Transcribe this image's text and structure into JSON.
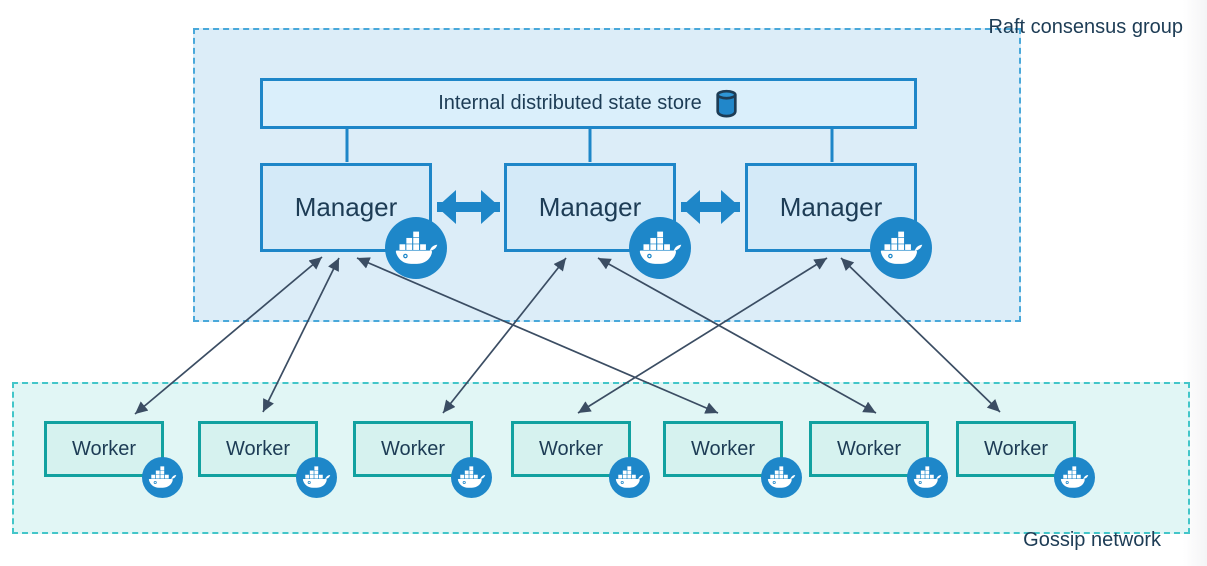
{
  "raft": {
    "label": "Raft consensus group",
    "state_store": {
      "label": "Internal distributed state store",
      "icon": "database-cylinder-icon"
    },
    "managers": [
      {
        "id": "manager-1",
        "label": "Manager",
        "badge_icon": "docker-whale-icon"
      },
      {
        "id": "manager-2",
        "label": "Manager",
        "badge_icon": "docker-whale-icon"
      },
      {
        "id": "manager-3",
        "label": "Manager",
        "badge_icon": "docker-whale-icon"
      }
    ]
  },
  "gossip": {
    "label": "Gossip network",
    "workers": [
      {
        "id": "worker-1",
        "label": "Worker",
        "badge_icon": "docker-whale-icon"
      },
      {
        "id": "worker-2",
        "label": "Worker",
        "badge_icon": "docker-whale-icon"
      },
      {
        "id": "worker-3",
        "label": "Worker",
        "badge_icon": "docker-whale-icon"
      },
      {
        "id": "worker-4",
        "label": "Worker",
        "badge_icon": "docker-whale-icon"
      },
      {
        "id": "worker-5",
        "label": "Worker",
        "badge_icon": "docker-whale-icon"
      },
      {
        "id": "worker-6",
        "label": "Worker",
        "badge_icon": "docker-whale-icon"
      },
      {
        "id": "worker-7",
        "label": "Worker",
        "badge_icon": "docker-whale-icon"
      }
    ]
  },
  "connections": {
    "state_store_links": [
      "manager-1",
      "manager-2",
      "manager-3"
    ],
    "manager_peer_links": [
      {
        "from": "manager-1",
        "to": "manager-2",
        "style": "thick-double-arrow"
      },
      {
        "from": "manager-2",
        "to": "manager-3",
        "style": "thick-double-arrow"
      }
    ],
    "worker_manager_links": [
      {
        "from": "worker-1",
        "to": "manager-1",
        "style": "thin-double-arrow"
      },
      {
        "from": "worker-2",
        "to": "manager-1",
        "style": "thin-double-arrow"
      },
      {
        "from": "worker-3",
        "to": "manager-2",
        "style": "thin-double-arrow"
      },
      {
        "from": "worker-4",
        "to": "manager-3",
        "style": "thin-double-arrow"
      },
      {
        "from": "worker-5",
        "to": "manager-1",
        "style": "thin-double-arrow"
      },
      {
        "from": "worker-6",
        "to": "manager-2",
        "style": "thin-double-arrow"
      },
      {
        "from": "worker-7",
        "to": "manager-3",
        "style": "thin-double-arrow"
      }
    ]
  },
  "colors": {
    "background": "#ffffff",
    "raft_fill": "#dcedf8",
    "raft_border": "#49a8da",
    "gossip_fill": "#e1f6f5",
    "gossip_border": "#43c6c9",
    "manager_fill": "#d4eaf8",
    "box_blue": "#1e86c8",
    "store_fill": "#daeffb",
    "worker_fill": "#d6f2ef",
    "worker_border": "#12a1a0",
    "text_navy": "#1d3c55",
    "arrow_slate": "#3b4d63",
    "badge_blue": "#1e87c9"
  }
}
